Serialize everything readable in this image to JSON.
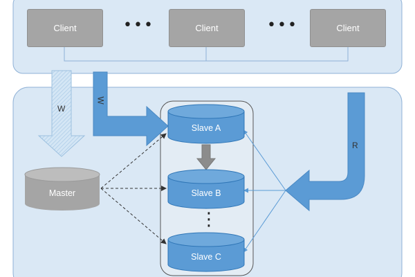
{
  "clients": [
    "Client",
    "Client",
    "Client"
  ],
  "ellipsis": "•••",
  "vertical_ellipsis": "⋮",
  "master_label": "Master",
  "slaves": [
    "Slave A",
    "Slave B",
    "Slave C"
  ],
  "write_label": "W",
  "write_label_rotated": "W",
  "read_label": "R",
  "colors": {
    "panel_fill": "#dae8f5",
    "panel_stroke": "#8fb1d6",
    "client_fill": "#a5a5a5",
    "db_blue": "#5b9bd5",
    "db_blue_dark": "#2e75b6",
    "master_gray": "#a5a5a5",
    "arrow_blue": "#5b9bd5"
  }
}
